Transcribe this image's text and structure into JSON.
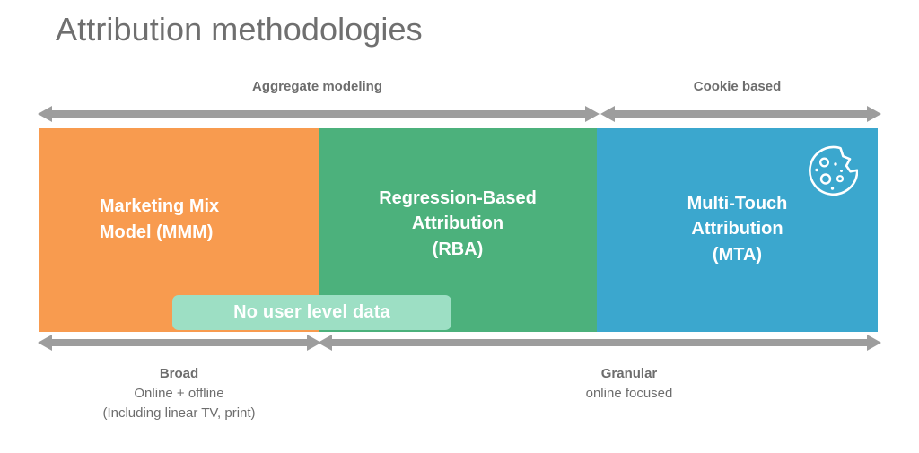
{
  "title": "Attribution methodologies",
  "top_axis": {
    "segments": [
      {
        "label": "Aggregate modeling",
        "arrow": "double-ended-left"
      },
      {
        "label": "Cookie based",
        "arrow": "double-ended-right"
      }
    ]
  },
  "bar": {
    "segments": [
      {
        "id": "mmm",
        "label": "Marketing Mix\nModel (MMM)",
        "color": "#f89b4f"
      },
      {
        "id": "rba",
        "label": "Regression-Based\nAttribution\n(RBA)",
        "color": "#4cb17c"
      },
      {
        "id": "mta",
        "label": "Multi-Touch\nAttribution\n(MTA)",
        "color": "#3ba7ce",
        "icon": "cookie-icon"
      }
    ]
  },
  "pill": {
    "label": "No user level data",
    "color": "#9ddfc4",
    "text_color": "#ffffff"
  },
  "bottom_axis": {
    "left": {
      "heading": "Broad",
      "lines": [
        "Online + offline",
        "(Including linear TV, print)"
      ]
    },
    "right": {
      "heading": "Granular",
      "lines": [
        "online focused"
      ]
    }
  },
  "colors": {
    "arrow_gray": "#9d9d9d",
    "text_gray": "#6d6d6d",
    "title_gray": "#6f6f6f",
    "white": "#ffffff"
  }
}
